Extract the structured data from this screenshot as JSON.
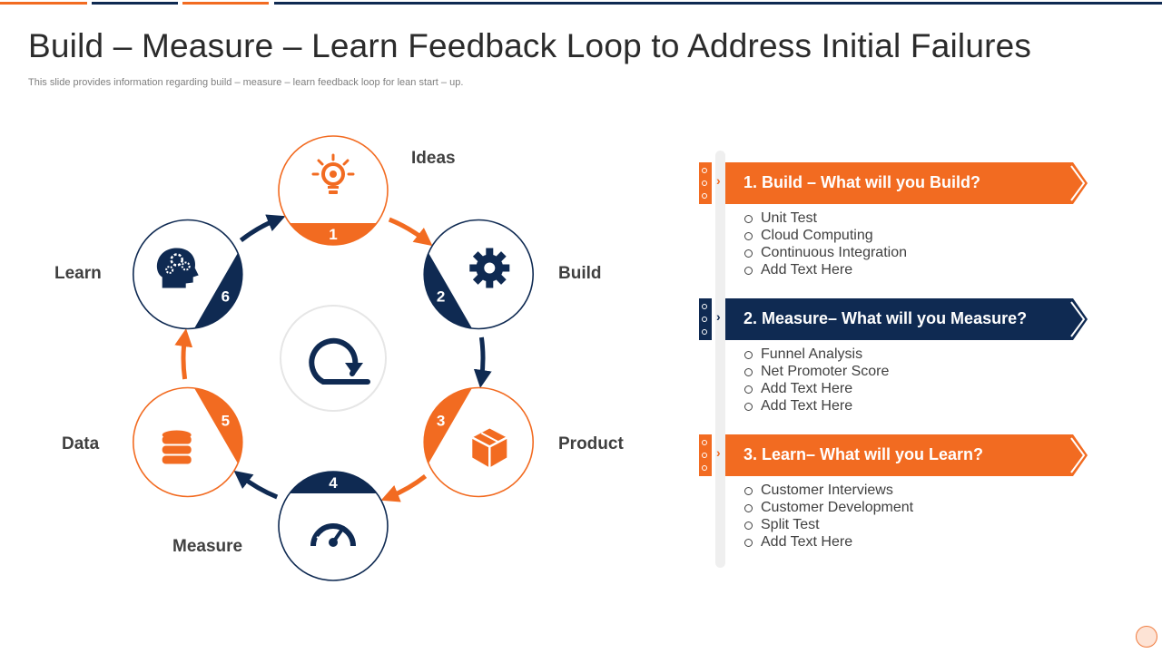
{
  "title": "Build – Measure – Learn Feedback Loop to Address Initial Failures",
  "subtitle": "This slide provides information regarding build – measure – learn feedback loop for lean start – up.",
  "colors": {
    "orange": "#f26b21",
    "navy": "#0f2a52",
    "gray": "#efefef"
  },
  "cycle": {
    "center_icon": "refresh-arrow-icon",
    "steps": [
      {
        "number": "1",
        "label": "Ideas",
        "icon": "lightbulb-icon",
        "color": "orange"
      },
      {
        "number": "2",
        "label": "Build",
        "icon": "gear-icon",
        "color": "navy"
      },
      {
        "number": "3",
        "label": "Product",
        "icon": "box-icon",
        "color": "orange"
      },
      {
        "number": "4",
        "label": "Measure",
        "icon": "speedometer-icon",
        "color": "navy"
      },
      {
        "number": "5",
        "label": "Data",
        "icon": "database-icon",
        "color": "orange"
      },
      {
        "number": "6",
        "label": "Learn",
        "icon": "head-gears-icon",
        "color": "navy"
      }
    ]
  },
  "sections": [
    {
      "heading": "1. Build – What will you Build?",
      "color": "orange",
      "items": [
        "Unit Test",
        "Cloud Computing",
        "Continuous Integration",
        "Add Text Here"
      ]
    },
    {
      "heading": "2. Measure– What will you Measure?",
      "color": "navy",
      "items": [
        "Funnel Analysis",
        "Net Promoter Score",
        "Add Text Here",
        "Add Text Here"
      ]
    },
    {
      "heading": "3. Learn– What will you Learn?",
      "color": "orange",
      "items": [
        "Customer Interviews",
        "Customer Development",
        "Split Test",
        "Add Text Here"
      ]
    }
  ]
}
